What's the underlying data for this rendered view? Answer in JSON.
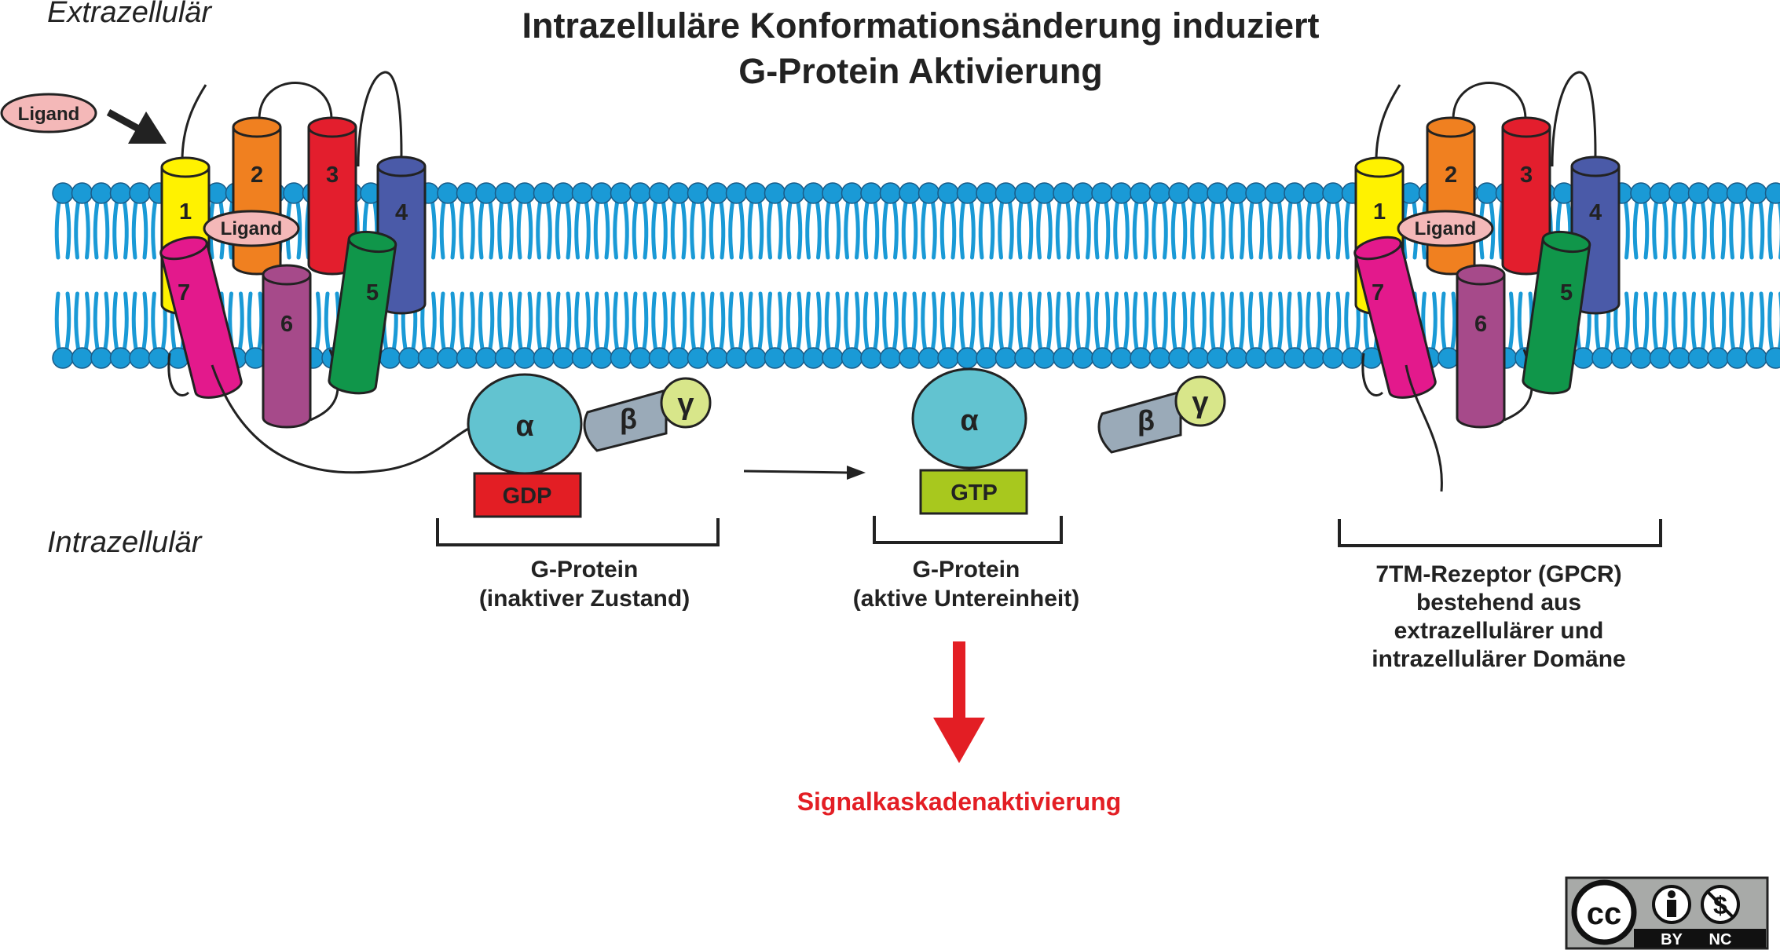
{
  "title": {
    "line1": "Intrazelluläre Konformationsänderung induziert",
    "line2": "G-Protein Aktivierung"
  },
  "regions": {
    "extracellular": "Extrazellulär",
    "intracellular": "Intrazellulär"
  },
  "ligand_label": "Ligand",
  "helix_numbers": [
    "1",
    "2",
    "3",
    "4",
    "5",
    "6",
    "7"
  ],
  "g_protein": {
    "alpha": "α",
    "beta": "β",
    "gamma": "γ",
    "gdp": "GDP",
    "gtp": "GTP"
  },
  "captions": {
    "inactive": [
      "G-Protein",
      "(inaktiver Zustand)"
    ],
    "active": [
      "G-Protein",
      "(aktive Untereinheit)"
    ],
    "receptor": [
      "7TM-Rezeptor (GPCR)",
      "bestehend aus",
      "extrazellulärer und",
      "intrazellulärer Domäne"
    ]
  },
  "signal_label": "Signalkaskadenaktivierung",
  "license": {
    "by": "BY",
    "nc": "NC"
  },
  "colors": {
    "lipid": "#1a9ad6",
    "helix1": "#fff200",
    "helix2": "#f08020",
    "helix3": "#e31e2d",
    "helix4": "#4a5aa8",
    "helix5": "#10964a",
    "helix6": "#a64a8a",
    "helix7": "#e3198c",
    "ligand": "#f4b8b8",
    "alpha": "#62c3d0",
    "beta": "#9aaab8",
    "gamma": "#d8e68a",
    "gdp": "#e31e24",
    "gtp": "#a8c81e",
    "signal": "#e31e24"
  }
}
